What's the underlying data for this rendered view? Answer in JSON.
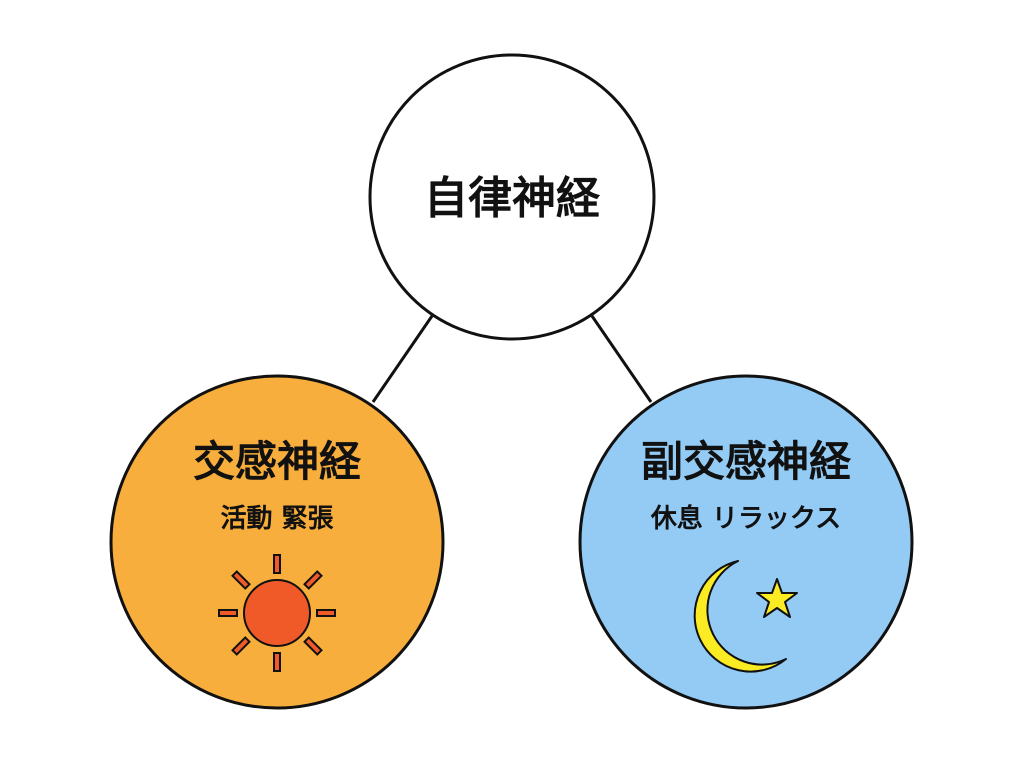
{
  "root": {
    "title": "自律神経"
  },
  "sympathetic": {
    "title": "交感神経",
    "subtitle": "活動 緊張",
    "icon": "sun-icon"
  },
  "parasympathetic": {
    "title": "副交感神経",
    "subtitle": "休息 リラックス",
    "icon": "moon-star-icon"
  },
  "colors": {
    "outline": "#111111",
    "root_fill": "#ffffff",
    "sympathetic_fill": "#F8AE3C",
    "parasympathetic_fill": "#93CBF5",
    "sun": "#F05A28",
    "moon": "#FAEB23"
  }
}
